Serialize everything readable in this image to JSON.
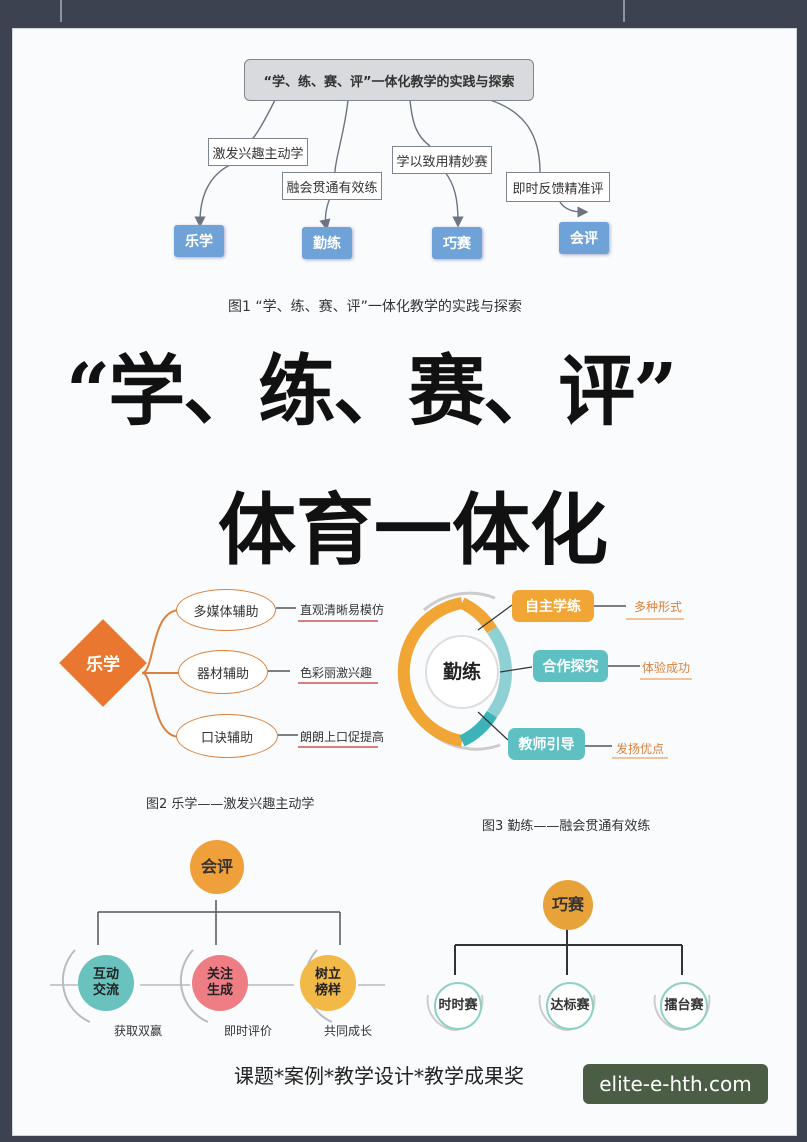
{
  "top_diagram": {
    "title": "“学、练、赛、评”一体化教学的实践与探索",
    "branch_labels": [
      "激发兴趣主动学",
      "融会贯通有效练",
      "学以致用精妙赛",
      "即时反馈精准评"
    ],
    "nodes": [
      "乐学",
      "勤练",
      "巧赛",
      "会评"
    ],
    "caption": "图1 “学、练、赛、评”一体化教学的实践与探索"
  },
  "headline": {
    "line1": "“学、练、赛、评”",
    "line2": "体育一体化"
  },
  "fig2": {
    "center": "乐学",
    "items": [
      "多媒体辅助",
      "器材辅助",
      "口诀辅助"
    ],
    "notes": [
      "直观清晰易模仿",
      "色彩丽激兴趣",
      "朗朗上口促提高"
    ],
    "caption": "图2 乐学——激发兴趣主动学"
  },
  "fig3": {
    "center": "勤练",
    "items": [
      "自主学练",
      "合作探究",
      "教师引导"
    ],
    "notes": [
      "多种形式",
      "体验成功",
      "发扬优点"
    ],
    "caption": "图3 勤练——融会贯通有效练"
  },
  "fig4": {
    "center": "会评",
    "items": [
      "互动\n交流",
      "关注\n生成",
      "树立\n榜样"
    ],
    "notes": [
      "获取双赢",
      "即时评价",
      "共同成长"
    ]
  },
  "fig5": {
    "center": "巧赛",
    "items": [
      "时时赛",
      "达标赛",
      "擂台赛"
    ]
  },
  "footer_text": "课题*案例*教学设计*教学成果奖",
  "watermark": "elite-e-hth.com",
  "colors": {
    "orange": "#e9772f",
    "blue": "#6fa3d8",
    "teal": "#3cb3b8",
    "gold": "#f0a535"
  }
}
